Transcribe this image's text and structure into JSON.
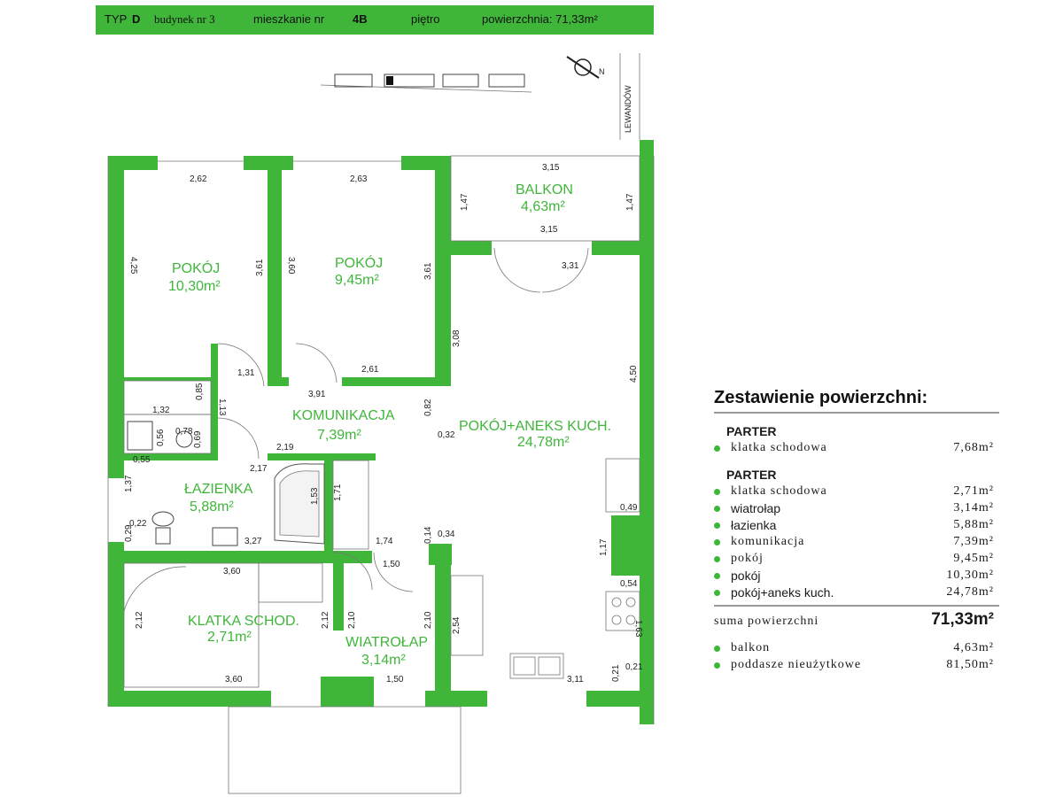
{
  "header": {
    "typ_label": "TYP",
    "typ_value": "D",
    "budynek": "budynek nr 3",
    "mieszkanie_label": "mieszkanie nr",
    "mieszkanie_value": "4B",
    "pietro": "piętro",
    "powierzchnia": "powierzchnia: 71,33m²"
  },
  "street": "LEWANDÓW",
  "north_label": "N",
  "rooms": {
    "pokoj1": {
      "name": "POKÓJ",
      "area": "10,30m²"
    },
    "pokoj2": {
      "name": "POKÓJ",
      "area": "9,45m²"
    },
    "balkon": {
      "name": "BALKON",
      "area": "4,63m²"
    },
    "komunikacja": {
      "name": "KOMUNIKACJA",
      "area": "7,39m²"
    },
    "aneks": {
      "name": "POKÓJ+ANEKS KUCH.",
      "area": "24,78m²"
    },
    "lazienka": {
      "name": "ŁAZIENKA",
      "area": "5,88m²"
    },
    "klatka": {
      "name": "KLATKA SCHOD.",
      "area": "2,71m²"
    },
    "wiatrolap": {
      "name": "WIATROŁAP",
      "area": "3,14m²"
    }
  },
  "dims": {
    "d_262": "2,62",
    "d_263": "2,63",
    "d_315a": "3,15",
    "d_315b": "3,15",
    "d_147a": "1,47",
    "d_147b": "1,47",
    "d_331": "3,31",
    "d_425": "4,25",
    "d_361a": "3,61",
    "d_360": "3,60",
    "d_361b": "3,61",
    "d_308": "3,08",
    "d_450": "4,50",
    "d_131": "1,31",
    "d_261": "2,61",
    "d_085": "0,85",
    "d_391": "3,91",
    "d_132": "1,32",
    "d_113": "1,13",
    "d_082": "0,82",
    "d_078": "0,78",
    "d_056": "0,56",
    "d_069": "0,69",
    "d_032": "0,32",
    "d_055": "0,55",
    "d_219": "2,19",
    "d_217": "2,17",
    "d_137": "1,37",
    "d_153": "1,53",
    "d_171": "1,71",
    "d_049": "0,49",
    "d_022": "0,22",
    "d_029": "0,29",
    "d_327": "3,27",
    "d_174": "1,74",
    "d_014": "0,14",
    "d_034": "0,34",
    "d_117": "1,17",
    "d_150a": "1,50",
    "d_360b": "3,60",
    "d_054": "0,54",
    "d_212a": "2,12",
    "d_212b": "2,12",
    "d_210a": "2,10",
    "d_210b": "2,10",
    "d_254": "2,54",
    "d_163": "1,63",
    "d_360c": "3,60",
    "d_150b": "1,50",
    "d_311": "3,11",
    "d_021a": "0,21",
    "d_021b": "0,21"
  },
  "summary": {
    "title": "Zestawienie powierzchni:",
    "section1": "PARTER",
    "section1_rows": [
      {
        "label": "klatka schodowa",
        "value": "7,68m²"
      }
    ],
    "section2": "PARTER",
    "section2_rows": [
      {
        "label": "klatka schodowa",
        "value": "2,71m²"
      },
      {
        "label": "wiatrołap",
        "value": "3,14m²"
      },
      {
        "label": "łazienka",
        "value": "5,88m²"
      },
      {
        "label": "komunikacja",
        "value": "7,39m²"
      },
      {
        "label": "pokój",
        "value": "9,45m²"
      },
      {
        "label": "pokój",
        "value": "10,30m²"
      },
      {
        "label": "pokój+aneks kuch.",
        "value": "24,78m²"
      }
    ],
    "sum_label": "suma powierzchni",
    "sum_value": "71,33m²",
    "extra_rows": [
      {
        "label": "balkon",
        "value": "4,63m²"
      },
      {
        "label": "poddasze nieużytkowe",
        "value": "81,50m²"
      }
    ]
  },
  "colors": {
    "accent": "#3fb63a"
  }
}
